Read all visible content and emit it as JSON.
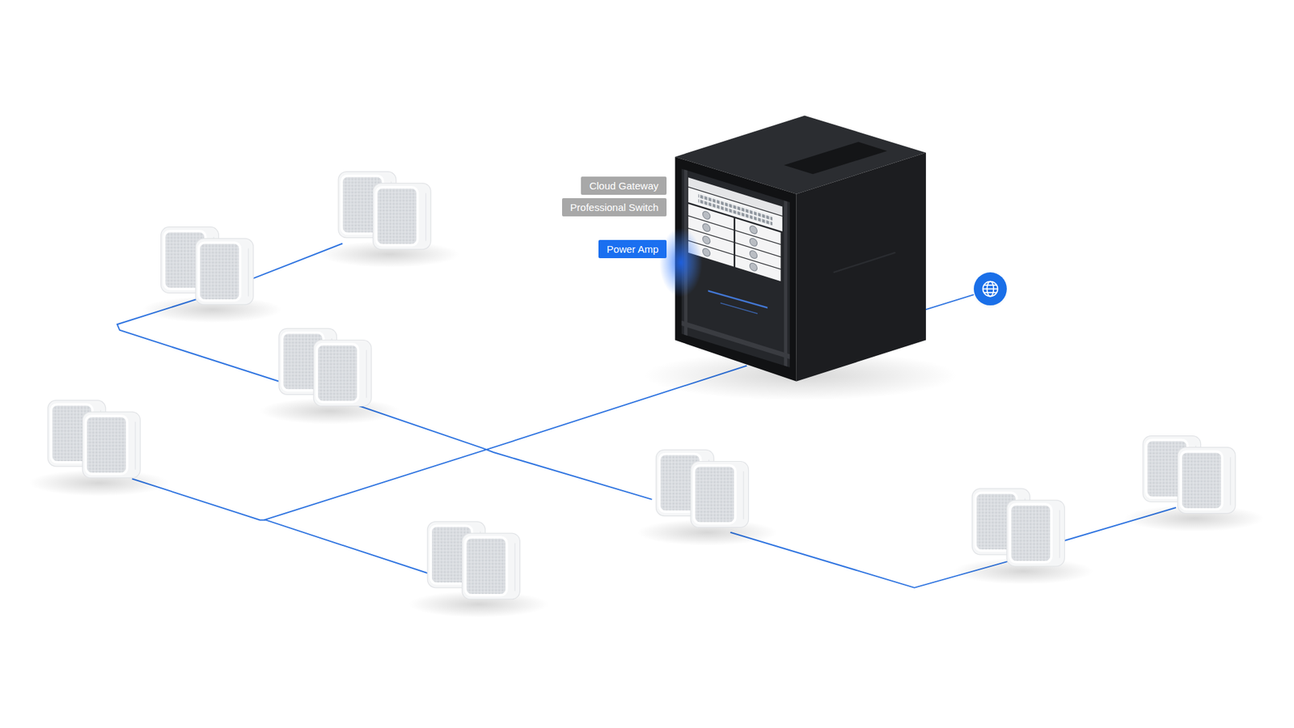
{
  "diagram": {
    "nodes": [
      {
        "text": [
          "Cloud Gateway"
        ]
      },
      {
        "text": [
          "Professional Switch"
        ]
      },
      {
        "text": [
          "Power Amp"
        ]
      }
    ]
  }
}
